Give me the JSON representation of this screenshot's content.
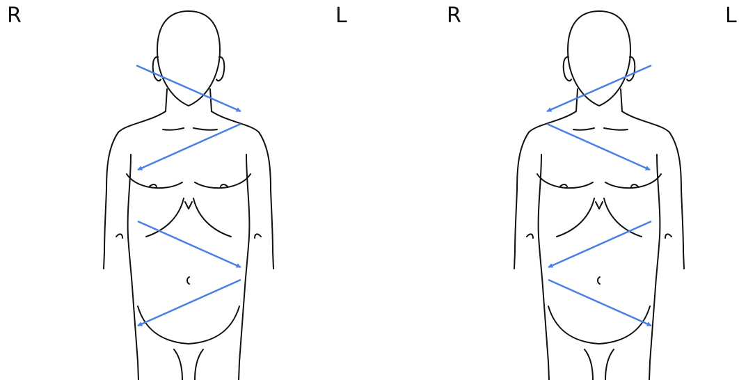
{
  "colors": {
    "arrow": "#4a7ee8",
    "line": "#111111",
    "background": "#ffffff"
  },
  "figures": [
    {
      "side_left_label": "R",
      "side_right_label": "L"
    },
    {
      "side_left_label": "R",
      "side_right_label": "L"
    }
  ]
}
